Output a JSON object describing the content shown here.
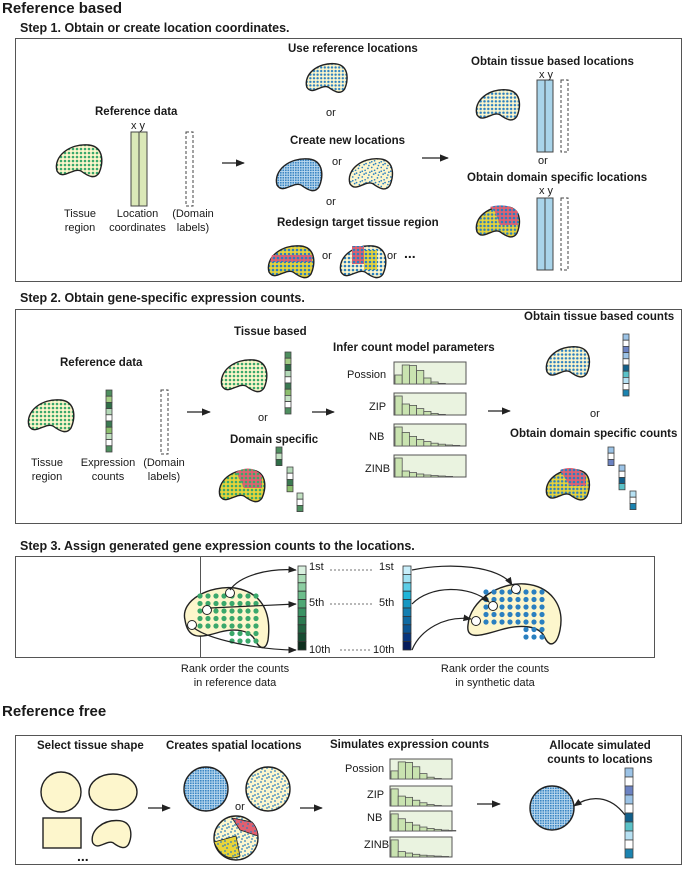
{
  "sections": {
    "reference_based": "Reference based",
    "reference_free": "Reference free"
  },
  "step1": {
    "title": "Step 1. Obtain or create location coordinates.",
    "reference_data": "Reference data",
    "xy": "x y",
    "tissue_region": [
      "Tissue",
      "region"
    ],
    "location_coordinates": [
      "Location",
      "coordinates"
    ],
    "domain_labels": [
      "(Domain",
      "labels)"
    ],
    "use_reference": "Use reference locations",
    "create_new": "Create new locations",
    "redesign": "Redesign target tissue region",
    "or": "or",
    "ellipsis": "...",
    "obtain_tissue": "Obtain tissue based locations",
    "obtain_domain": "Obtain domain specific locations"
  },
  "step2": {
    "title": "Step 2. Obtain gene-specific expression counts.",
    "reference_data": "Reference data",
    "tissue_region": [
      "Tissue",
      "region"
    ],
    "expression_counts": [
      "Expression",
      "counts"
    ],
    "domain_labels": [
      "(Domain",
      "labels)"
    ],
    "tissue_based": "Tissue based",
    "domain_specific": "Domain specific",
    "or": "or",
    "infer_title": "Infer count model parameters",
    "models": [
      "Possion",
      "ZIP",
      "NB",
      "ZINB"
    ],
    "obtain_tissue_counts": "Obtain tissue based counts",
    "obtain_domain_counts": "Obtain domain specific counts"
  },
  "step3": {
    "title": "Step 3. Assign generated gene expression counts to the locations.",
    "ranks": [
      "1st",
      "5th",
      "10th"
    ],
    "ref_caption": [
      "Rank order the counts",
      "in reference data"
    ],
    "syn_caption": [
      "Rank order the counts",
      "in synthetic data"
    ]
  },
  "free": {
    "select_shape": "Select tissue shape",
    "creates_locations": "Creates spatial locations",
    "simulates": "Simulates expression counts",
    "allocate": [
      "Allocate simulated",
      "counts to locations"
    ],
    "models": [
      "Possion",
      "ZIP",
      "NB",
      "ZINB"
    ],
    "or": "or",
    "ellipsis": "..."
  },
  "colors": {
    "tissue_fill": "#fdf6cc",
    "green_dot": "#3aa86b",
    "blue_dot": "#2a7fc0",
    "domain_red": "#e06070",
    "domain_yellow": "#e8d43a",
    "coord_green": "#dbe8b8",
    "coord_blue": "#a9d4ea",
    "hist_fill": "#c9e3b0",
    "hist_bg": "#eaf3e0"
  },
  "histograms": {
    "Possion": [
      0.45,
      0.95,
      0.92,
      0.68,
      0.3,
      0.1,
      0.03
    ],
    "ZIP": [
      0.95,
      0.55,
      0.48,
      0.32,
      0.18,
      0.08,
      0.03
    ],
    "NB": [
      0.95,
      0.68,
      0.48,
      0.33,
      0.22,
      0.14,
      0.09,
      0.05,
      0.03
    ],
    "ZINB": [
      0.95,
      0.3,
      0.22,
      0.15,
      0.1,
      0.07,
      0.05,
      0.03
    ]
  }
}
